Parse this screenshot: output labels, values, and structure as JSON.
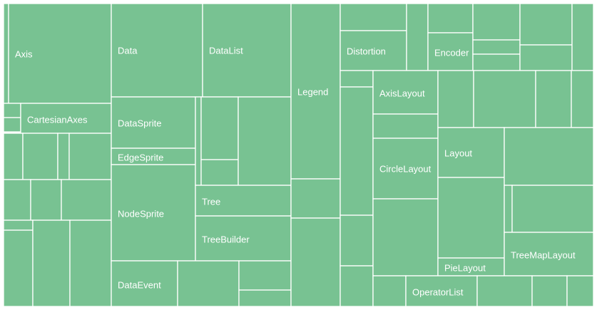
{
  "chart_data": {
    "type": "treemap",
    "cell_color": "#78c292",
    "border_color": "#ffffff",
    "label_color": "#ffffff",
    "labels": [
      {
        "id": "axis",
        "text": "Axis"
      },
      {
        "id": "cartesian-axes",
        "text": "CartesianAxes"
      },
      {
        "id": "data",
        "text": "Data"
      },
      {
        "id": "data-list",
        "text": "DataList"
      },
      {
        "id": "data-sprite",
        "text": "DataSprite"
      },
      {
        "id": "edge-sprite",
        "text": "EdgeSprite"
      },
      {
        "id": "node-sprite",
        "text": "NodeSprite"
      },
      {
        "id": "data-event",
        "text": "DataEvent"
      },
      {
        "id": "tree",
        "text": "Tree"
      },
      {
        "id": "tree-builder",
        "text": "TreeBuilder"
      },
      {
        "id": "legend",
        "text": "Legend"
      },
      {
        "id": "distortion",
        "text": "Distortion"
      },
      {
        "id": "encoder",
        "text": "Encoder"
      },
      {
        "id": "axis-layout",
        "text": "AxisLayout"
      },
      {
        "id": "circle-layout",
        "text": "CircleLayout"
      },
      {
        "id": "layout",
        "text": "Layout"
      },
      {
        "id": "pie-layout",
        "text": "PieLayout"
      },
      {
        "id": "tree-map-layout",
        "text": "TreeMapLayout"
      },
      {
        "id": "operator-list",
        "text": "OperatorList"
      }
    ]
  }
}
